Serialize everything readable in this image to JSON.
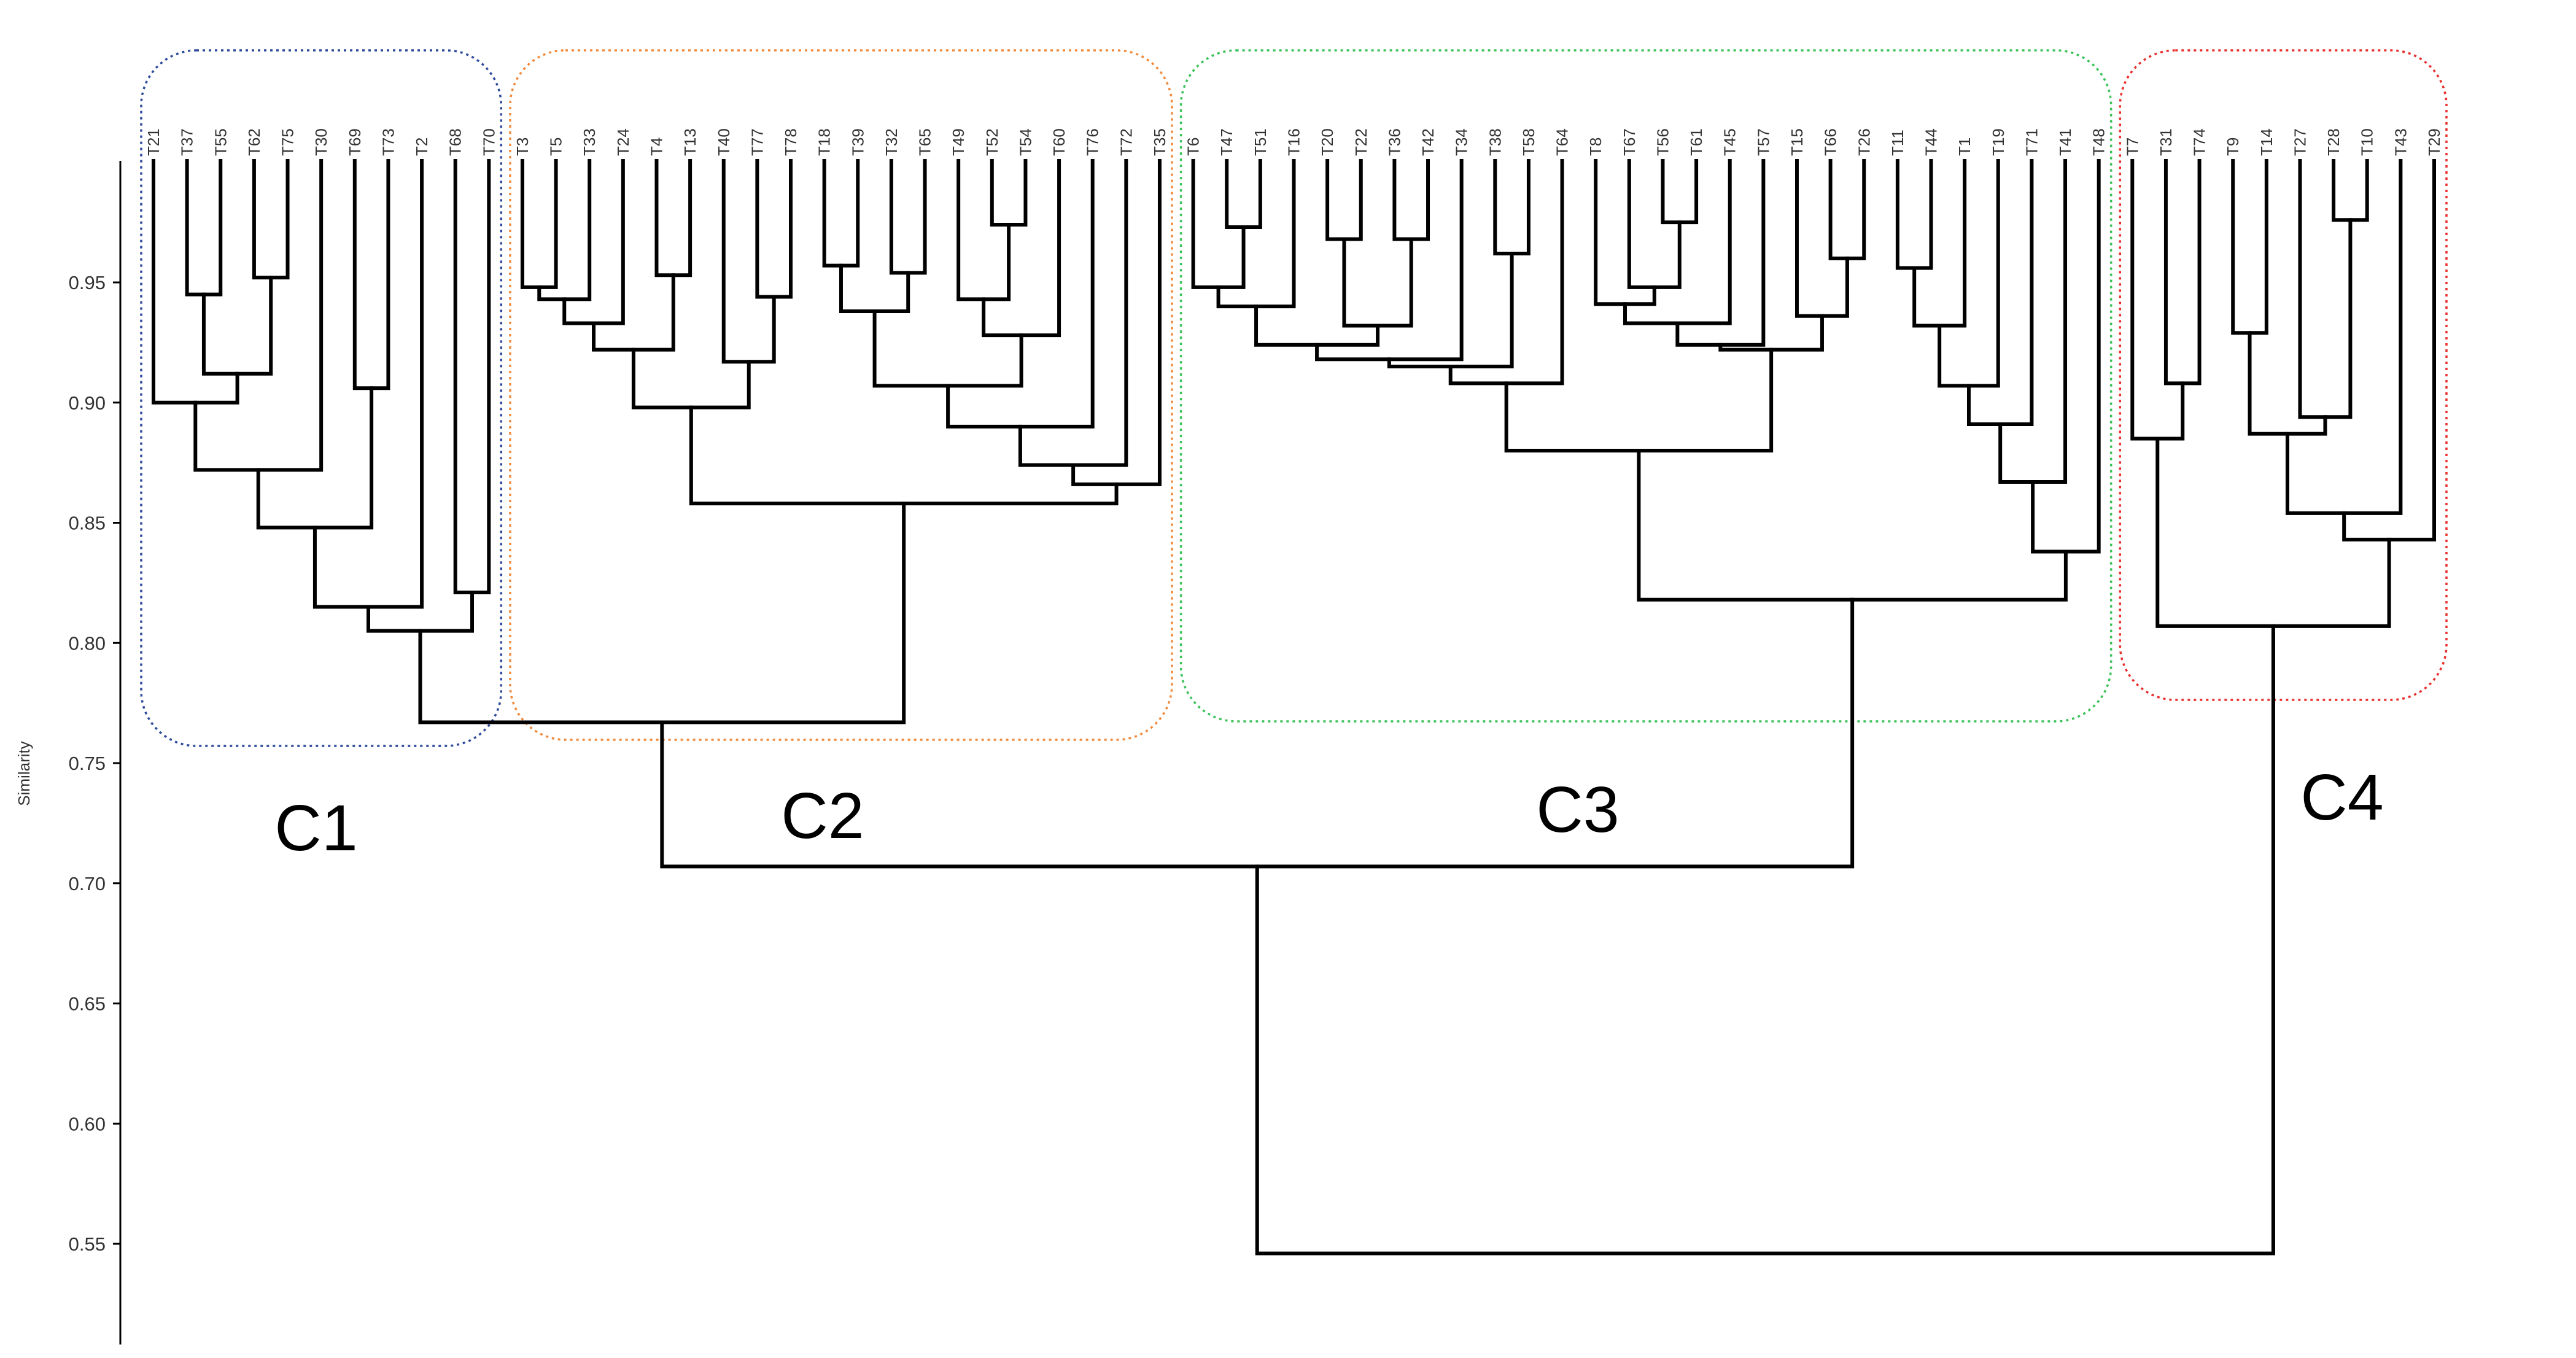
{
  "chart_data": {
    "type": "dendrogram",
    "ylabel": "Similarity",
    "ylim": [
      0.5,
      0.995
    ],
    "yticks": [
      "0.95",
      "0.90",
      "0.85",
      "0.80",
      "0.75",
      "0.70",
      "0.65",
      "0.60",
      "0.55"
    ],
    "leaves": [
      "T21",
      "T37",
      "T55",
      "T62",
      "T75",
      "T30",
      "T69",
      "T73",
      "T2",
      "T68",
      "T70",
      "T3",
      "T5",
      "T33",
      "T24",
      "T4",
      "T13",
      "T40",
      "T77",
      "T78",
      "T18",
      "T39",
      "T32",
      "T65",
      "T49",
      "T52",
      "T54",
      "T60",
      "T76",
      "T72",
      "T35",
      "T6",
      "T47",
      "T51",
      "T16",
      "T20",
      "T22",
      "T36",
      "T42",
      "T34",
      "T38",
      "T58",
      "T64",
      "T8",
      "T67",
      "T56",
      "T61",
      "T45",
      "T57",
      "T15",
      "T66",
      "T26",
      "T11",
      "T44",
      "T1",
      "T19",
      "T71",
      "T41",
      "T48",
      "T7",
      "T31",
      "T74",
      "T9",
      "T14",
      "T27",
      "T28",
      "T10",
      "T43",
      "T29"
    ],
    "clusters": [
      {
        "name": "C1",
        "color": "#2e4a9a",
        "leaves": [
          "T21",
          "T37",
          "T55",
          "T62",
          "T75",
          "T30",
          "T69",
          "T73",
          "T2",
          "T68",
          "T70"
        ]
      },
      {
        "name": "C2",
        "color": "#f08a3c",
        "leaves": [
          "T3",
          "T5",
          "T33",
          "T24",
          "T4",
          "T13",
          "T40",
          "T77",
          "T78",
          "T18",
          "T39",
          "T32",
          "T65",
          "T49",
          "T52",
          "T54",
          "T60",
          "T76",
          "T72",
          "T35"
        ]
      },
      {
        "name": "C3",
        "color": "#3cc25a",
        "leaves": [
          "T6",
          "T47",
          "T51",
          "T16",
          "T20",
          "T22",
          "T36",
          "T42",
          "T34",
          "T38",
          "T58",
          "T64",
          "T8",
          "T67",
          "T56",
          "T61",
          "T45",
          "T57",
          "T15",
          "T66",
          "T26",
          "T11",
          "T44",
          "T1",
          "T19",
          "T71",
          "T41",
          "T48"
        ]
      },
      {
        "name": "C4",
        "color": "#e8302e",
        "leaves": [
          "T7",
          "T31",
          "T74",
          "T9",
          "T14",
          "T27",
          "T28",
          "T10",
          "T43",
          "T29"
        ]
      }
    ],
    "merges": [
      {
        "a": "T37",
        "b": "T55",
        "sim": 0.945
      },
      {
        "a": "T62",
        "b": "T75",
        "sim": 0.952
      },
      {
        "a": "T37",
        "b": "T62",
        "sim": 0.912
      },
      {
        "a": "T21",
        "b": "T37",
        "sim": 0.9
      },
      {
        "a": "T21",
        "b": "T30",
        "sim": 0.872
      },
      {
        "a": "T69",
        "b": "T73",
        "sim": 0.906
      },
      {
        "a": "T21",
        "b": "T69",
        "sim": 0.848
      },
      {
        "a": "T21",
        "b": "T2",
        "sim": 0.815
      },
      {
        "a": "T68",
        "b": "T70",
        "sim": 0.821
      },
      {
        "a": "T21",
        "b": "T68",
        "sim": 0.805
      },
      {
        "a": "T3",
        "b": "T5",
        "sim": 0.948
      },
      {
        "a": "T3",
        "b": "T33",
        "sim": 0.943
      },
      {
        "a": "T3",
        "b": "T24",
        "sim": 0.933
      },
      {
        "a": "T4",
        "b": "T13",
        "sim": 0.953
      },
      {
        "a": "T3",
        "b": "T4",
        "sim": 0.922
      },
      {
        "a": "T77",
        "b": "T78",
        "sim": 0.944
      },
      {
        "a": "T40",
        "b": "T77",
        "sim": 0.917
      },
      {
        "a": "T3",
        "b": "T40",
        "sim": 0.898
      },
      {
        "a": "T18",
        "b": "T39",
        "sim": 0.957
      },
      {
        "a": "T32",
        "b": "T65",
        "sim": 0.954
      },
      {
        "a": "T18",
        "b": "T32",
        "sim": 0.938
      },
      {
        "a": "T52",
        "b": "T54",
        "sim": 0.974
      },
      {
        "a": "T49",
        "b": "T52",
        "sim": 0.943
      },
      {
        "a": "T49",
        "b": "T60",
        "sim": 0.928
      },
      {
        "a": "T18",
        "b": "T49",
        "sim": 0.907
      },
      {
        "a": "T18",
        "b": "T76",
        "sim": 0.89
      },
      {
        "a": "T18",
        "b": "T72",
        "sim": 0.874
      },
      {
        "a": "T18",
        "b": "T35",
        "sim": 0.866
      },
      {
        "a": "T3",
        "b": "T18",
        "sim": 0.858
      },
      {
        "a": "T21",
        "b": "T3",
        "sim": 0.767
      },
      {
        "a": "T47",
        "b": "T51",
        "sim": 0.973
      },
      {
        "a": "T6",
        "b": "T47",
        "sim": 0.948
      },
      {
        "a": "T6",
        "b": "T16",
        "sim": 0.94
      },
      {
        "a": "T20",
        "b": "T22",
        "sim": 0.968
      },
      {
        "a": "T36",
        "b": "T42",
        "sim": 0.968
      },
      {
        "a": "T20",
        "b": "T36",
        "sim": 0.932
      },
      {
        "a": "T6",
        "b": "T20",
        "sim": 0.924
      },
      {
        "a": "T6",
        "b": "T34",
        "sim": 0.918
      },
      {
        "a": "T38",
        "b": "T58",
        "sim": 0.962
      },
      {
        "a": "T6",
        "b": "T38",
        "sim": 0.915
      },
      {
        "a": "T6",
        "b": "T64",
        "sim": 0.908
      },
      {
        "a": "T56",
        "b": "T61",
        "sim": 0.975
      },
      {
        "a": "T67",
        "b": "T56",
        "sim": 0.948
      },
      {
        "a": "T8",
        "b": "T67",
        "sim": 0.941
      },
      {
        "a": "T8",
        "b": "T45",
        "sim": 0.933
      },
      {
        "a": "T8",
        "b": "T57",
        "sim": 0.924
      },
      {
        "a": "T66",
        "b": "T26",
        "sim": 0.96
      },
      {
        "a": "T15",
        "b": "T66",
        "sim": 0.936
      },
      {
        "a": "T8",
        "b": "T15",
        "sim": 0.922
      },
      {
        "a": "T6",
        "b": "T8",
        "sim": 0.88
      },
      {
        "a": "T11",
        "b": "T44",
        "sim": 0.956
      },
      {
        "a": "T11",
        "b": "T1",
        "sim": 0.932
      },
      {
        "a": "T11",
        "b": "T19",
        "sim": 0.907
      },
      {
        "a": "T11",
        "b": "T71",
        "sim": 0.891
      },
      {
        "a": "T11",
        "b": "T41",
        "sim": 0.867
      },
      {
        "a": "T11",
        "b": "T48",
        "sim": 0.838
      },
      {
        "a": "T6",
        "b": "T11",
        "sim": 0.818
      },
      {
        "a": "T21",
        "b": "T6",
        "sim": 0.707
      },
      {
        "a": "T31",
        "b": "T74",
        "sim": 0.908
      },
      {
        "a": "T7",
        "b": "T31",
        "sim": 0.885
      },
      {
        "a": "T28",
        "b": "T10",
        "sim": 0.976
      },
      {
        "a": "T27",
        "b": "T28",
        "sim": 0.894
      },
      {
        "a": "T9",
        "b": "T14",
        "sim": 0.929
      },
      {
        "a": "T9",
        "b": "T27",
        "sim": 0.887
      },
      {
        "a": "T9",
        "b": "T43",
        "sim": 0.854
      },
      {
        "a": "T9",
        "b": "T29",
        "sim": 0.843
      },
      {
        "a": "T7",
        "b": "T9",
        "sim": 0.807
      },
      {
        "a": "T21",
        "b": "T7",
        "sim": 0.546
      }
    ]
  }
}
